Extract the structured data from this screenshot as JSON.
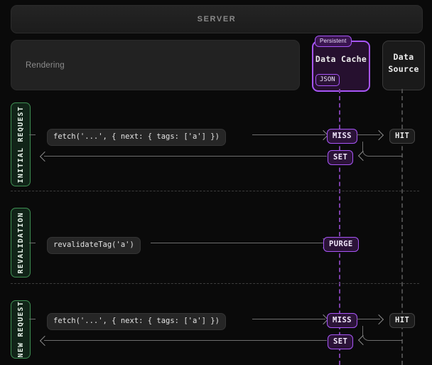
{
  "header": {
    "title": "SERVER"
  },
  "boxes": {
    "rendering": {
      "label": "Rendering"
    },
    "data_cache": {
      "title": "Data Cache",
      "badge": "Persistent",
      "format": "JSON"
    },
    "data_source": {
      "title_line1": "Data",
      "title_line2": "Source"
    }
  },
  "lifelines": [
    {
      "name": "data-cache-lifeline",
      "color": "#7b3fa8"
    },
    {
      "name": "data-source-lifeline",
      "color": "#4a4a4a"
    }
  ],
  "sections": [
    {
      "label": "INITIAL REQUEST",
      "messages": [
        {
          "text": "fetch('...', { next: { tags: ['a'] })",
          "direction": "right"
        }
      ],
      "chips": [
        {
          "text": "MISS",
          "style": "purple"
        },
        {
          "text": "HIT",
          "style": "gray"
        },
        {
          "text": "SET",
          "style": "purple"
        }
      ]
    },
    {
      "label": "REVALIDATION",
      "messages": [
        {
          "text": "revalidateTag('a')",
          "direction": "right"
        }
      ],
      "chips": [
        {
          "text": "PURGE",
          "style": "purple"
        }
      ]
    },
    {
      "label": "NEW REQUEST",
      "messages": [
        {
          "text": "fetch('...', { next: { tags: ['a'] })",
          "direction": "right"
        }
      ],
      "chips": [
        {
          "text": "MISS",
          "style": "purple"
        },
        {
          "text": "HIT",
          "style": "gray"
        },
        {
          "text": "SET",
          "style": "purple"
        }
      ]
    }
  ],
  "colors": {
    "background": "#0a0a0a",
    "accent_purple": "#a855f7",
    "accent_green": "#3f8f53",
    "line_gray": "#6e6e6e"
  }
}
